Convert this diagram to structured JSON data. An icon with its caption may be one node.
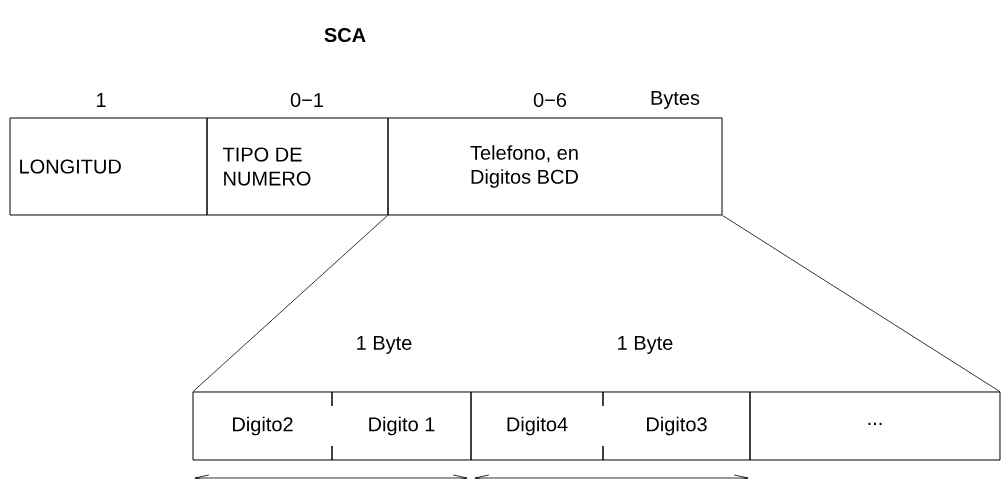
{
  "diagram": {
    "title": "SCA",
    "nodes": [
      {
        "text": [
          "LONGITUD"
        ]
      },
      {
        "text": [
          "TIPO DE NUMERO"
        ]
      },
      {
        "text": [
          "Telefono, en Digitos BCD"
        ]
      },
      {
        "text": [
          "Digito2"
        ]
      },
      {
        "text": [
          "Digito 1"
        ]
      },
      {
        "text": [
          "Digito4"
        ]
      },
      {
        "text": [
          "Digito3"
        ]
      },
      {
        "text": [
          "..."
        ]
      }
    ],
    "edges": [
      {
        "from": 2,
        "to": 3,
        "arrow": "none"
      },
      {
        "from": 2,
        "to": 7,
        "arrow": "none"
      }
    ],
    "labels": [
      "1",
      "0−1",
      "0−6",
      "Bytes",
      "1 Byte",
      "1 Byte"
    ]
  }
}
